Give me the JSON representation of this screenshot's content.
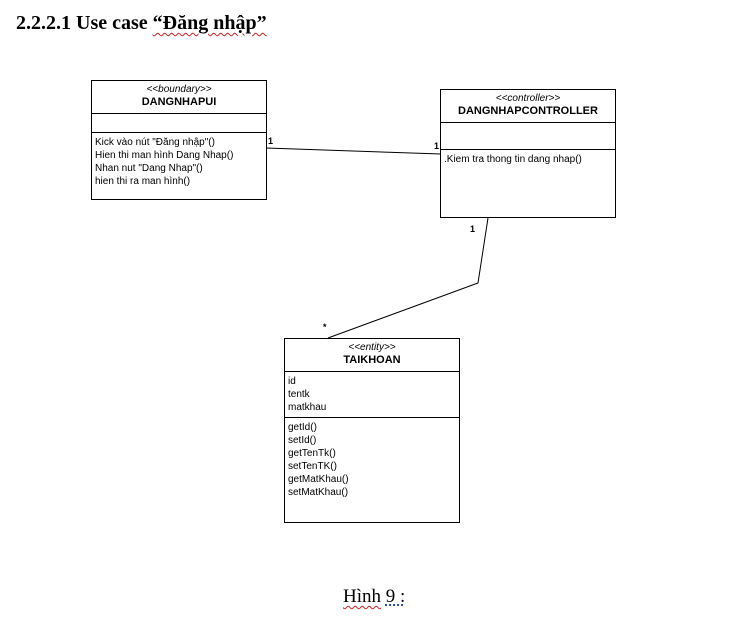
{
  "heading": {
    "number": "2.2.2.1 Use case",
    "title": "“Đăng nhập”"
  },
  "classes": {
    "ui": {
      "stereotype": "<<boundary>>",
      "name": "DANGNHAPUI",
      "methods": [
        "Kick vào nút \"Đăng nhập\"()",
        "Hien thi man hình Dang Nhap()",
        "Nhan nut \"Dang Nhap\"()",
        "hien thi ra man hình()"
      ]
    },
    "controller": {
      "stereotype": "<<controller>>",
      "name": "DANGNHAPCONTROLLER",
      "methods": [
        ".Kiem tra thong tin dang nhap()"
      ]
    },
    "entity": {
      "stereotype": "<<entity>>",
      "name": "TAIKHOAN",
      "attributes": [
        "id",
        "tentk",
        "matkhau"
      ],
      "methods": [
        "getId()",
        "setId()",
        "getTenTk()",
        "setTenTK()",
        "getMatKhau()",
        "setMatKhau()"
      ]
    }
  },
  "multiplicities": {
    "ui_side": "1",
    "controller_left": "1",
    "controller_bottom": "1",
    "entity_side": "*"
  },
  "caption": {
    "word": "Hình",
    "number": "9 :"
  }
}
